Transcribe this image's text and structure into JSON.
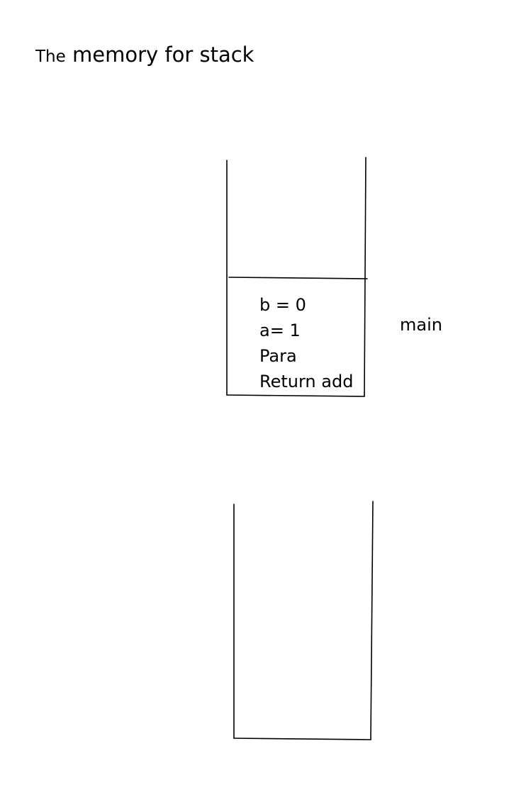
{
  "title": {
    "prefix": "The",
    "main": "memory for stack"
  },
  "stack_top": {
    "frame": {
      "label": "main",
      "entries": [
        "b = 0",
        "a= 1",
        "Para",
        "Return add"
      ]
    }
  },
  "colors": {
    "background": "#ffffff",
    "line": "#000000",
    "text": "#000000"
  }
}
